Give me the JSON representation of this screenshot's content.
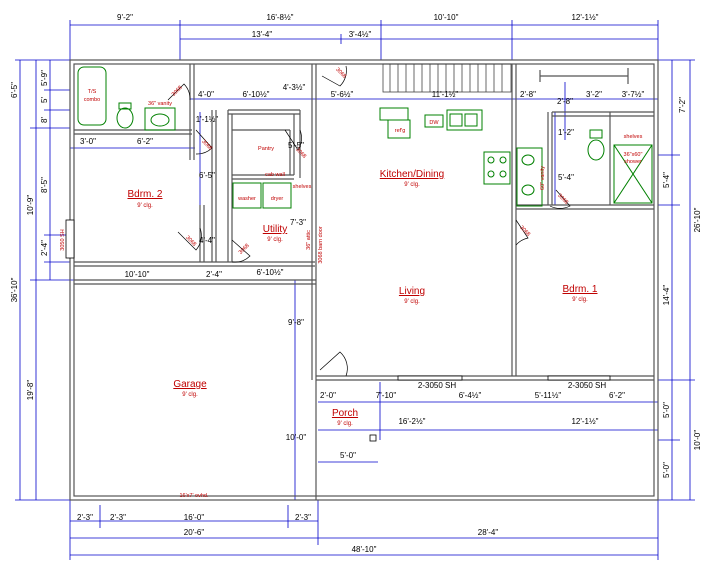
{
  "rooms": [
    {
      "name": "Bdrm. 2",
      "ceiling": "9' clg."
    },
    {
      "name": "Kitchen/Dining",
      "ceiling": "9' clg."
    },
    {
      "name": "Utility",
      "ceiling": "9' clg."
    },
    {
      "name": "Living",
      "ceiling": "9' clg."
    },
    {
      "name": "Bdrm. 1",
      "ceiling": "9' clg."
    },
    {
      "name": "Garage",
      "ceiling": "9' clg."
    },
    {
      "name": "Porch",
      "ceiling": "9' clg."
    }
  ],
  "labels": {
    "ts_combo_1": "T/S",
    "ts_combo_2": "combo",
    "vanity_36": "36\" vanity",
    "pantry": "Pantry",
    "cab_wall": "cab wall",
    "shelves": "shelves",
    "washer": "washer",
    "dryer": "dryer",
    "refg": "ref'g",
    "dw": "DW",
    "vanity_60": "60\" vanity",
    "shower_1": "36\"x60\"",
    "shower_2": "shower",
    "shelves_2": "shelves",
    "garage_door": "16'x7' ovhd.",
    "attic": "36\" attic",
    "barn_door": "3068 barn door",
    "door_a": "3068",
    "door_b": "3068",
    "door_c": "3068",
    "door_d": "3068",
    "door_e": "3068",
    "door_f": "3068",
    "door_g": "3068",
    "door_h": "3068",
    "window_a": "3050 SH",
    "window_b": "2-3050 SH",
    "window_c": "2-3050 SH"
  },
  "dimensions": {
    "top_1": "9'-2\"",
    "top_2": "16'-8½\"",
    "top_3": "10'-10\"",
    "top_4": "12'-1½\"",
    "top_5": "13'-4\"",
    "top_6": "3'-4½\"",
    "int_1": "4'-0\"",
    "int_2": "6'-10½\"",
    "int_3": "4'-3½\"",
    "int_4": "5'-6½\"",
    "int_5": "11'-1½\"",
    "int_6": "2'-8\"",
    "int_7": "2'-8\"",
    "int_8": "3'-2\"",
    "int_9": "3'-7½\"",
    "int_10": "3'-0\"",
    "int_11": "6'-2\"",
    "int_12": "1'-1½\"",
    "int_13": "6'-5\"",
    "int_14": "4'-4\"",
    "int_15": "5'-5\"",
    "int_16": "7'-3\"",
    "int_17": "10'-10\"",
    "int_18": "2'-4\"",
    "int_19": "6'-10½\"",
    "int_20": "1'-2\"",
    "int_21": "5'-4\"",
    "int_22": "9'-8\"",
    "int_23": "10'-0\"",
    "porch_1": "2'-0\"",
    "porch_2": "7'-10\"",
    "porch_3": "6'-4½\"",
    "porch_4": "5'-11½\"",
    "porch_5": "6'-2\"",
    "porch_6": "16'-2½\"",
    "porch_7": "12'-1½\"",
    "porch_8": "5'-0\"",
    "left_1": "6'-5\"",
    "left_2": "5'-9\"",
    "left_3": "5'",
    "left_4": "8'",
    "left_5": "8'-5\"",
    "left_6": "10'-9\"",
    "left_7": "2'-4\"",
    "left_8": "36'-10\"",
    "left_9": "19'-8\"",
    "right_1": "7'-2\"",
    "right_2": "5'-4\"",
    "right_3": "26'-10\"",
    "right_4": "14'-4\"",
    "right_5": "5'-0\"",
    "right_6": "10'-0\"",
    "right_7": "5'-0\"",
    "bot_1": "2'-3\"",
    "bot_2": "16'-0\"",
    "bot_3": "2'-3\"",
    "bot_4": "20'-6\"",
    "bot_5": "28'-4\"",
    "bot_6": "48'-10\""
  }
}
